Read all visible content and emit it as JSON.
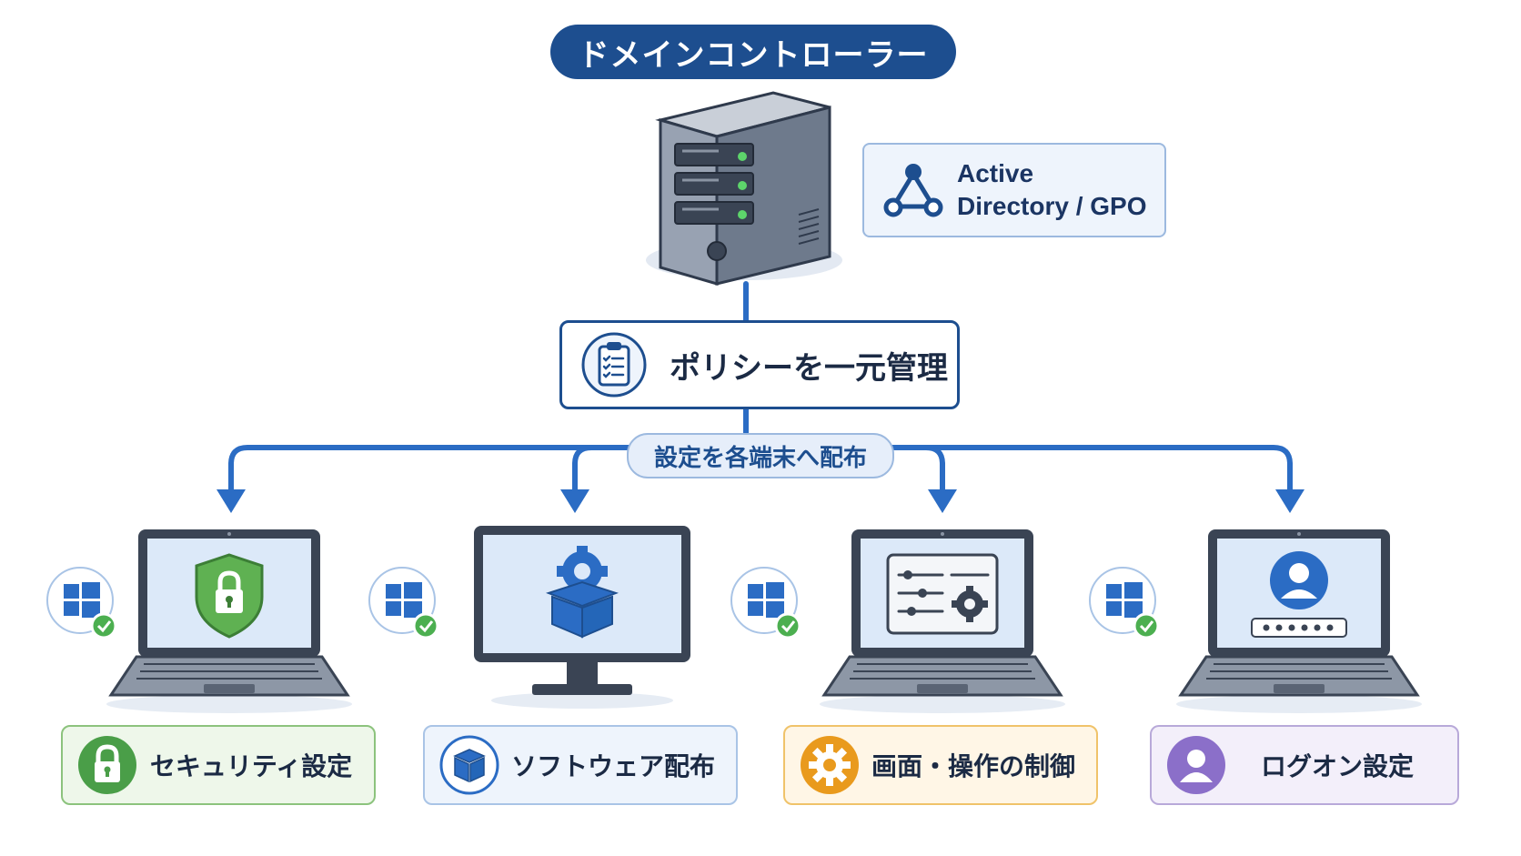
{
  "title": "ドメインコントローラー",
  "directory_service": {
    "line1": "Active",
    "line2": "Directory / GPO",
    "icon": "network-triangle-icon"
  },
  "policy": {
    "label": "ポリシーを一元管理",
    "icon": "clipboard-checklist-icon"
  },
  "distribution": {
    "label": "設定を各端末へ配布"
  },
  "colors": {
    "primary": "#1d4e8f",
    "connector": "#2b6cc4",
    "green": "#4a9e48",
    "blue": "#2b6cc4",
    "orange": "#e99a1d",
    "purple": "#8b6fc9"
  },
  "endpoints": [
    {
      "device": "laptop",
      "screen": "lock-shield-icon",
      "label": "セキュリティ設定",
      "label_icon": "padlock-icon"
    },
    {
      "device": "desktop",
      "screen": "package-gear-icon",
      "label": "ソフトウェア配布",
      "label_icon": "package-icon"
    },
    {
      "device": "laptop",
      "screen": "settings-panel-icon",
      "label": "画面・操作の制御",
      "label_icon": "gear-icon"
    },
    {
      "device": "laptop",
      "screen": "user-login-icon",
      "label": "ログオン設定",
      "label_icon": "user-icon"
    }
  ]
}
